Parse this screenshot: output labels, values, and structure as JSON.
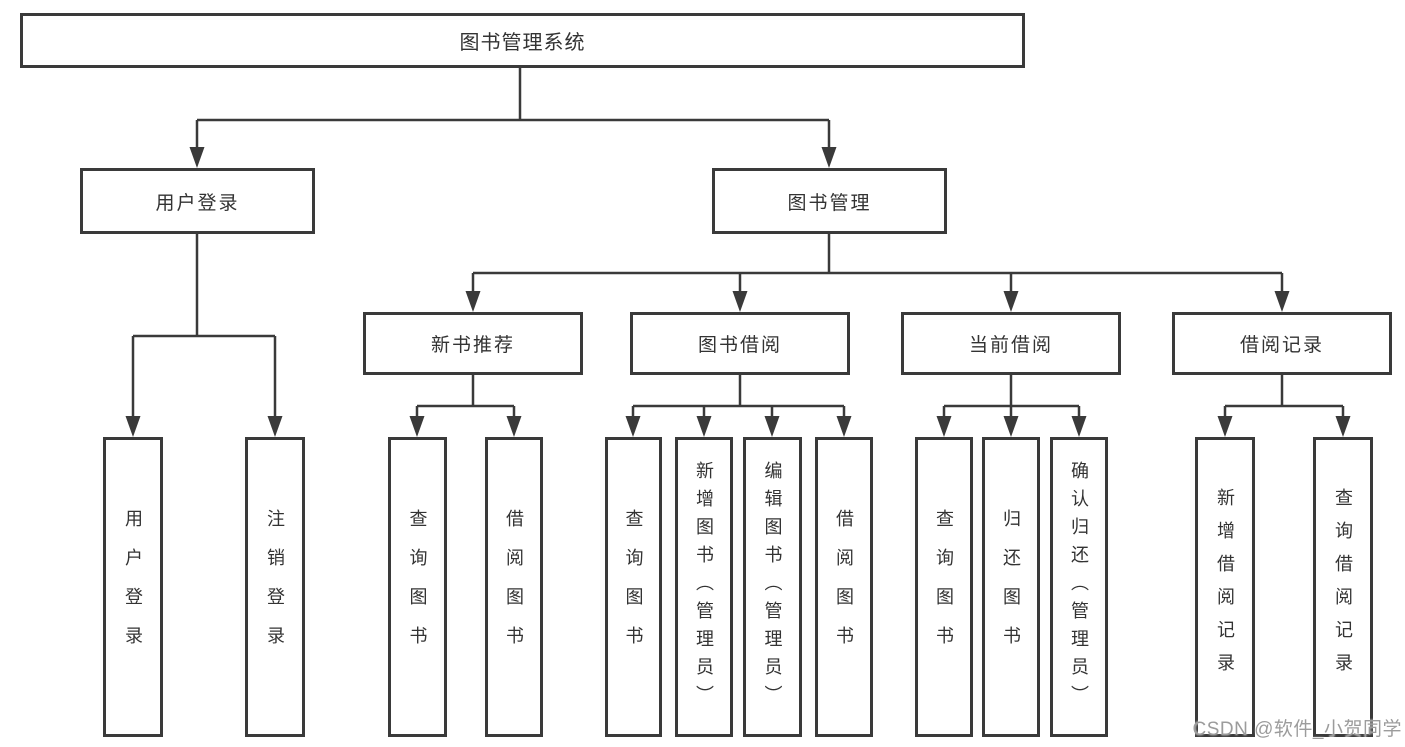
{
  "tree": {
    "root": {
      "label": "图书管理系统"
    },
    "branches": [
      {
        "label": "用户登录",
        "children": [
          {
            "label": "用户登录"
          },
          {
            "label": "注销登录"
          }
        ]
      },
      {
        "label": "图书管理",
        "children": [
          {
            "label": "新书推荐",
            "children": [
              {
                "label": "查询图书"
              },
              {
                "label": "借阅图书"
              }
            ]
          },
          {
            "label": "图书借阅",
            "children": [
              {
                "label": "查询图书"
              },
              {
                "label": "新增图书（管理员）"
              },
              {
                "label": "编辑图书（管理员）"
              },
              {
                "label": "借阅图书"
              }
            ]
          },
          {
            "label": "当前借阅",
            "children": [
              {
                "label": "查询图书"
              },
              {
                "label": "归还图书"
              },
              {
                "label": "确认归还（管理员）"
              }
            ]
          },
          {
            "label": "借阅记录",
            "children": [
              {
                "label": "新增借阅记录"
              },
              {
                "label": "查询借阅记录"
              }
            ]
          }
        ]
      }
    ]
  },
  "watermark": {
    "text": "CSDN @软件_小贺同学"
  },
  "colors": {
    "line": "#3a3a3a",
    "text": "#333333",
    "watermark": "#9c9c9c",
    "background": "#ffffff"
  }
}
